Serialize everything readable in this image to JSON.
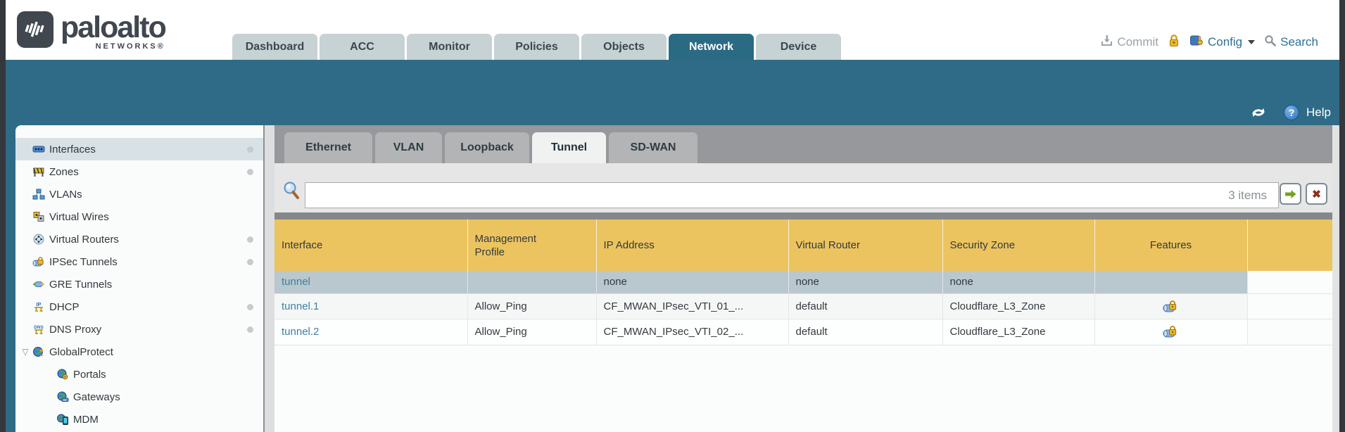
{
  "brand": {
    "name": "paloalto",
    "sub": "NETWORKS®"
  },
  "nav": {
    "tabs": [
      {
        "label": "Dashboard",
        "active": false
      },
      {
        "label": "ACC",
        "active": false
      },
      {
        "label": "Monitor",
        "active": false
      },
      {
        "label": "Policies",
        "active": false
      },
      {
        "label": "Objects",
        "active": false
      },
      {
        "label": "Network",
        "active": true
      },
      {
        "label": "Device",
        "active": false
      }
    ],
    "utilities": {
      "commit_label": "Commit",
      "config_label": "Config",
      "search_label": "Search"
    }
  },
  "toolbar": {
    "help_label": "Help"
  },
  "sidebar": {
    "items": [
      {
        "label": "Interfaces",
        "icon": "interfaces-icon",
        "selected": true,
        "dot": true
      },
      {
        "label": "Zones",
        "icon": "zones-icon",
        "dot": true
      },
      {
        "label": "VLANs",
        "icon": "vlans-icon"
      },
      {
        "label": "Virtual Wires",
        "icon": "virtual-wires-icon"
      },
      {
        "label": "Virtual Routers",
        "icon": "virtual-routers-icon",
        "dot": true
      },
      {
        "label": "IPSec Tunnels",
        "icon": "ipsec-tunnels-icon",
        "dot": true
      },
      {
        "label": "GRE Tunnels",
        "icon": "gre-tunnels-icon"
      },
      {
        "label": "DHCP",
        "icon": "dhcp-icon",
        "dot": true
      },
      {
        "label": "DNS Proxy",
        "icon": "dns-proxy-icon",
        "dot": true
      },
      {
        "label": "GlobalProtect",
        "icon": "globalprotect-icon",
        "expanded": true
      },
      {
        "label": "Portals",
        "icon": "portals-icon",
        "child": true
      },
      {
        "label": "Gateways",
        "icon": "gateways-icon",
        "child": true
      },
      {
        "label": "MDM",
        "icon": "mdm-icon",
        "child": true
      }
    ]
  },
  "subtabs": [
    {
      "label": "Ethernet",
      "active": false
    },
    {
      "label": "VLAN",
      "active": false
    },
    {
      "label": "Loopback",
      "active": false
    },
    {
      "label": "Tunnel",
      "active": true
    },
    {
      "label": "SD-WAN",
      "active": false
    }
  ],
  "search": {
    "value": "",
    "count_label": "3 items"
  },
  "table": {
    "columns": [
      "Interface",
      "Management Profile",
      "IP Address",
      "Virtual Router",
      "Security Zone",
      "Features"
    ],
    "rows": [
      {
        "interface": "tunnel",
        "management_profile": "",
        "ip_address": "none",
        "virtual_router": "none",
        "security_zone": "none",
        "features_lock": false
      },
      {
        "interface": "tunnel.1",
        "management_profile": "Allow_Ping",
        "ip_address": "CF_MWAN_IPsec_VTI_01_...",
        "virtual_router": "default",
        "security_zone": "Cloudflare_L3_Zone",
        "features_lock": true
      },
      {
        "interface": "tunnel.2",
        "management_profile": "Allow_Ping",
        "ip_address": "CF_MWAN_IPsec_VTI_02_...",
        "virtual_router": "default",
        "security_zone": "Cloudflare_L3_Zone",
        "features_lock": true
      }
    ]
  },
  "colors": {
    "teal_bar": "#2f6b86",
    "active_tab": "#2b6a83",
    "table_header_yellow": "#ecc45f",
    "selected_row": "#b9c7ce",
    "sidebar_selected": "#d8e1e6",
    "link_blue": "#3f7fa0",
    "lock_gold": "#ecb92a"
  }
}
